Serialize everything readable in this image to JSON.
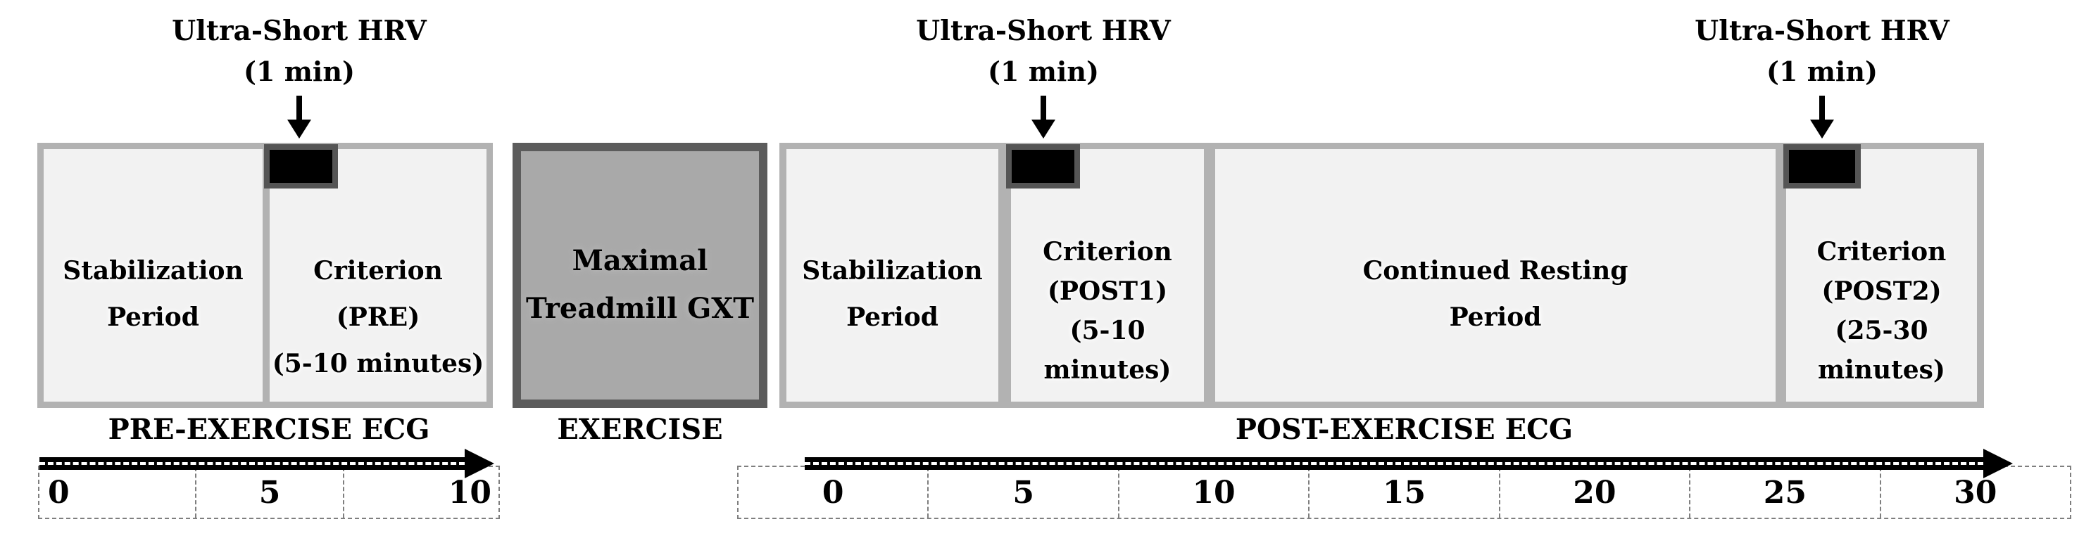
{
  "colors": {
    "panel_fill": "#f2f2f2",
    "container_border": "#b2b2b2",
    "gxt_fill": "#a9a9a9",
    "gxt_border": "#5c5c5c",
    "marker_fill": "#000000",
    "marker_border": "#555555",
    "dash_gray": "#7f7f7f",
    "text": "#000000"
  },
  "hrv_annotations": [
    {
      "title": "Ultra-Short HRV",
      "duration": "(1 min)"
    },
    {
      "title": "Ultra-Short HRV",
      "duration": "(1 min)"
    },
    {
      "title": "Ultra-Short HRV",
      "duration": "(1 min)"
    }
  ],
  "pre": {
    "stabilization": {
      "line1": "Stabilization",
      "line2": "Period"
    },
    "criterion": {
      "line1": "Criterion (PRE)",
      "line2": "(5-10 minutes)"
    },
    "axis_label": "PRE-EXERCISE ECG",
    "ticks": [
      "0",
      "5",
      "10"
    ]
  },
  "exercise": {
    "line1": "Maximal",
    "line2": "Treadmill GXT",
    "axis_label": "EXERCISE"
  },
  "post": {
    "stabilization": {
      "line1": "Stabilization",
      "line2": "Period"
    },
    "criterion1": {
      "line1": "Criterion",
      "line2": "(POST1)",
      "line3": "(5-10 minutes)"
    },
    "resting": {
      "line1": "Continued Resting",
      "line2": "Period"
    },
    "criterion2": {
      "line1": "Criterion",
      "line2": "(POST2)",
      "line3": "(25-30 minutes)"
    },
    "axis_label": "POST-EXERCISE ECG",
    "ticks": [
      "0",
      "5",
      "10",
      "15",
      "20",
      "25",
      "30"
    ]
  }
}
